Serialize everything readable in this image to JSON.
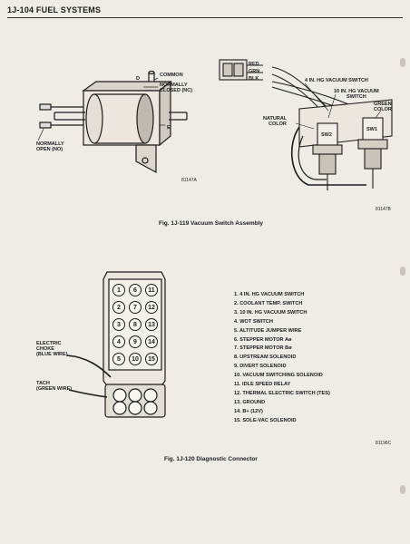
{
  "header": {
    "title": "1J-104  FUEL SYSTEMS"
  },
  "fig119": {
    "caption": "Fig. 1J-119   Vacuum Switch Assembly",
    "left_id": "81147A",
    "right_id": "81147B",
    "labels": {
      "common": "COMMON",
      "d": "D",
      "normally_closed": "NORMALLY",
      "normally_closed_2": "CLOSED (NC)",
      "e": "E",
      "normally_open": "NORMALLY",
      "normally_open_2": "OPEN (NO)",
      "red": "RED",
      "grn": "GRN",
      "blk": "BLK",
      "vac4": "4 IN. HG VACUUM SWITCH",
      "vac10": "10 IN. HG VACUUM",
      "vac10_2": "SWITCH",
      "green": "GREEN",
      "green_2": "COLOR",
      "natural": "NATURAL",
      "natural_2": "COLOR",
      "sw2": "SW2",
      "sw1": "SW1"
    }
  },
  "fig120": {
    "caption": "Fig. 1J-120   Diagnostic Connector",
    "id": "81196C",
    "pins": [
      "1",
      "6",
      "11",
      "2",
      "7",
      "12",
      "3",
      "8",
      "13",
      "4",
      "9",
      "14",
      "5",
      "10",
      "15"
    ],
    "labels": {
      "choke": "ELECTRIC",
      "choke_2": "CHOKE",
      "choke_3": "(BLUE WIRE)",
      "tach": "TACH",
      "tach_2": "(GREEN WIRE)"
    },
    "legend": [
      "1. 4 IN. HG VACUUM SWITCH",
      "2. COOLANT TEMP. SWITCH",
      "3. 10 IN. HG VACUUM SWITCH",
      "4. WOT SWITCH",
      "5. ALTITUDE JUMPER WIRE",
      "6. STEPPER MOTOR Aø",
      "7. STEPPER MOTOR Bø",
      "8. UPSTREAM SOLENOID",
      "9. DIVERT SOLENOID",
      "10. VACUUM SWITCHING SOLENOID",
      "11. IDLE SPEED RELAY",
      "12. THERMAL ELECTRIC SWITCH (TES)",
      "13. GROUND",
      "14. B+ (12V)",
      "15. SOLE-VAC SOLENOID"
    ]
  }
}
